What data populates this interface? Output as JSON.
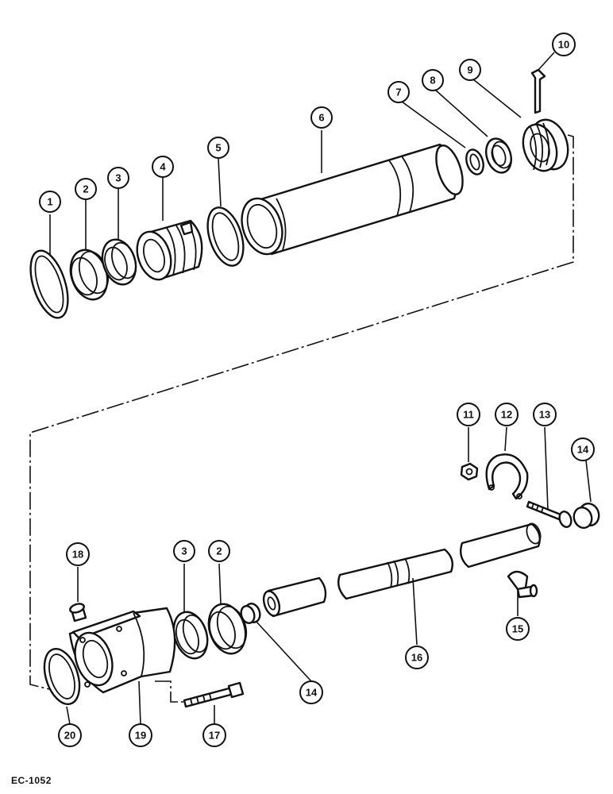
{
  "drawing_code": "EC-1052",
  "callouts": [
    "1",
    "2",
    "3",
    "4",
    "5",
    "6",
    "7",
    "8",
    "9",
    "10",
    "11",
    "12",
    "13",
    "14",
    "15",
    "16",
    "17",
    "18",
    "19",
    "20",
    "3",
    "2",
    "14"
  ]
}
